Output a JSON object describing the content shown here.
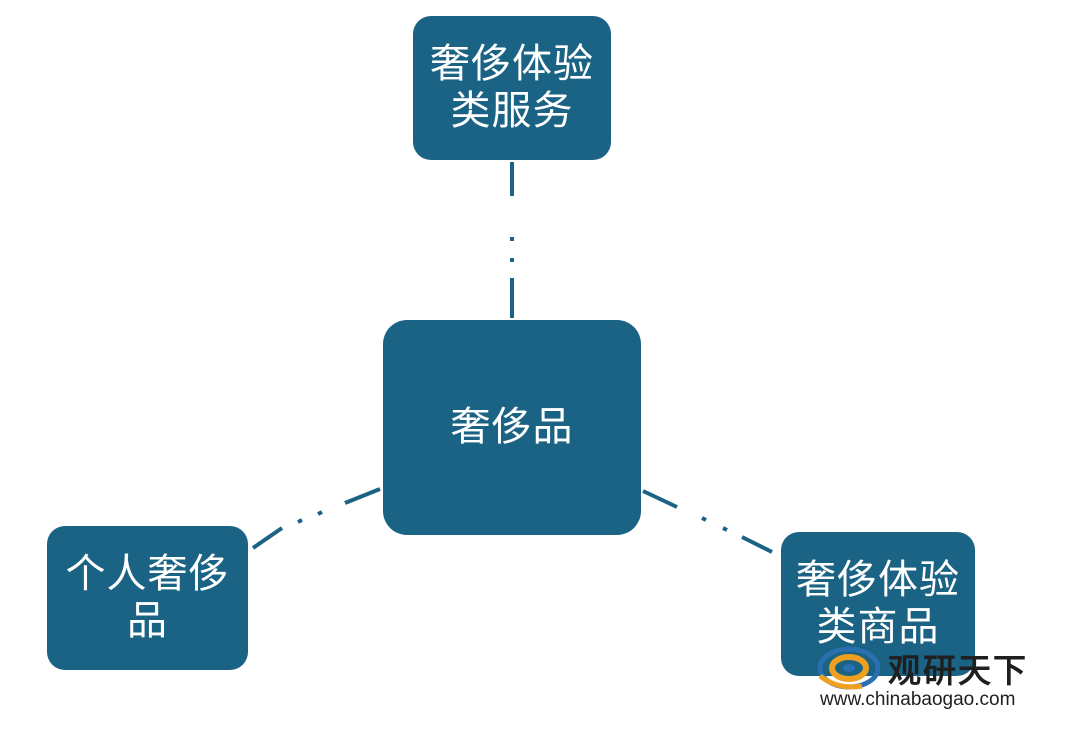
{
  "diagram": {
    "center": {
      "label": "奢侈品"
    },
    "top": {
      "lines": [
        "奢侈体验",
        "类服务"
      ]
    },
    "left": {
      "lines": [
        "个人奢侈",
        "品"
      ]
    },
    "right": {
      "lines": [
        "奢侈体验",
        "类商品"
      ]
    }
  },
  "watermark": {
    "title": "观研天下",
    "url": "www.chinabaogao.com"
  },
  "colors": {
    "node_fill": "#1b6384",
    "connector": "#1b6384",
    "node_text": "#ffffff",
    "logo_orange": "#f0a020",
    "logo_blue": "#2a6fb0"
  }
}
